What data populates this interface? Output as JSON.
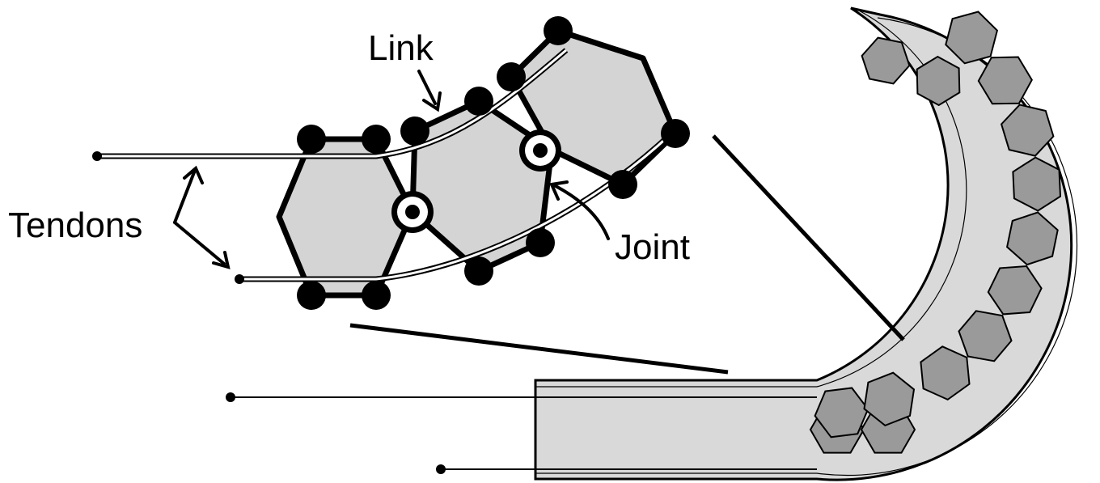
{
  "labels": {
    "link": "Link",
    "tendons": "Tendons",
    "joint": "Joint"
  },
  "colors": {
    "ink": "#000000",
    "link_fill": "#d4d4d4",
    "hex_fill": "#9a9a9a",
    "tube_fill": "#d9d9d9",
    "background": "#ffffff"
  },
  "icons": {
    "joint": "pivot-joint-icon",
    "node": "black-dot-icon"
  }
}
